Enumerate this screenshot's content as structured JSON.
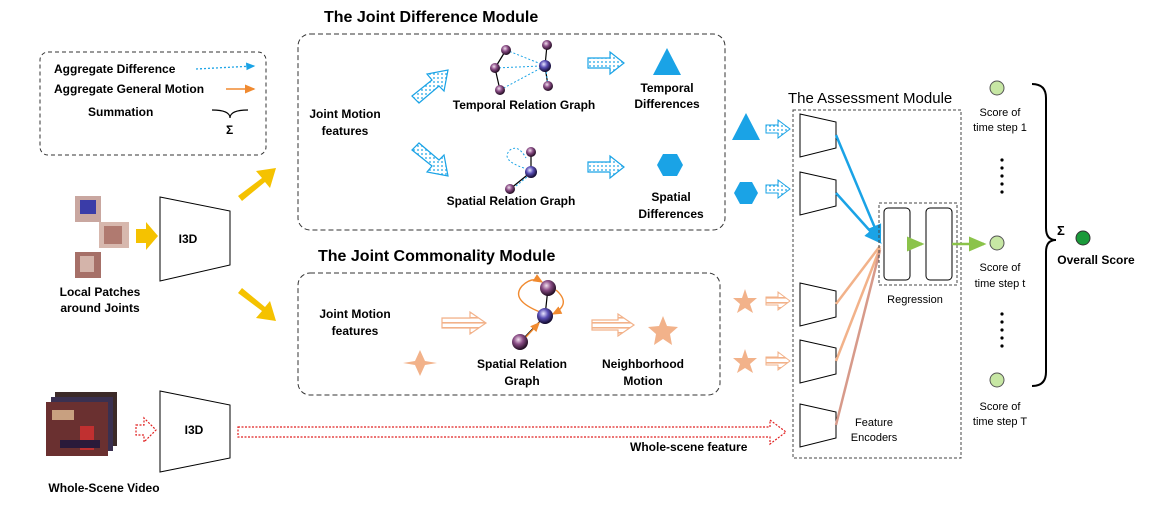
{
  "legend": {
    "aggregate_difference": "Aggregate Difference",
    "aggregate_general_motion": "Aggregate General Motion",
    "summation": "Summation",
    "sigma": "Σ"
  },
  "inputs": {
    "local_patches_line1": "Local Patches",
    "local_patches_line2": "around Joints",
    "whole_scene_video": "Whole-Scene Video",
    "i3d_top": "I3D",
    "i3d_bottom": "I3D"
  },
  "difference_module": {
    "title": "The Joint Difference Module",
    "joint_motion_line1": "Joint Motion",
    "joint_motion_line2": "features",
    "temporal_graph": "Temporal Relation Graph",
    "spatial_graph": "Spatial Relation Graph",
    "temporal_diff_line1": "Temporal",
    "temporal_diff_line2": "Differences",
    "spatial_diff_line1": "Spatial",
    "spatial_diff_line2": "Differences"
  },
  "commonality_module": {
    "title": "The Joint Commonality Module",
    "joint_motion_line1": "Joint Motion",
    "joint_motion_line2": "features",
    "spatial_graph_line1": "Spatial Relation",
    "spatial_graph_line2": "Graph",
    "neighborhood_line1": "Neighborhood",
    "neighborhood_line2": "Motion"
  },
  "whole_scene_feature": "Whole-scene feature",
  "assessment": {
    "title": "The Assessment Module",
    "regression": "Regression",
    "feature_encoders_line1": "Feature",
    "feature_encoders_line2": "Encoders"
  },
  "scores": {
    "step1_line1": "Score of",
    "step1_line2": "time step 1",
    "stept_line1": "Score of",
    "stept_line2": "time step t",
    "stepT_line1": "Score of",
    "stepT_line2": "time step T",
    "sigma": "Σ",
    "overall": "Overall Score"
  },
  "colors": {
    "blue": "#1aa3e6",
    "orange": "#f08a30",
    "peach": "#f2b28a",
    "yellow": "#f5c200",
    "green": "#8bc34a",
    "red_dotted": "#e02020",
    "score_circle": "#c7e7a4",
    "overall_circle": "#1a9a3a"
  }
}
